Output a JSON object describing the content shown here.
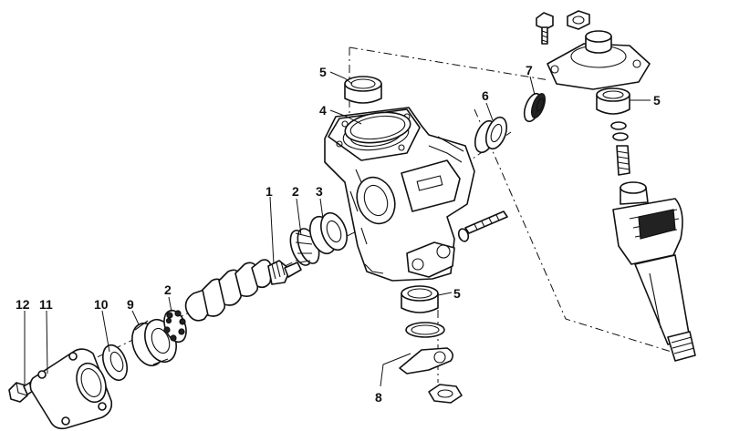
{
  "callouts": {
    "c1": "1",
    "c2a": "2",
    "c2b": "2",
    "c3": "3",
    "c4": "4",
    "c5a": "5",
    "c5b": "5",
    "c5c": "5",
    "c6": "6",
    "c7": "7",
    "c8": "8",
    "c9": "9",
    "c10": "10",
    "c11": "11",
    "c12": "12"
  }
}
